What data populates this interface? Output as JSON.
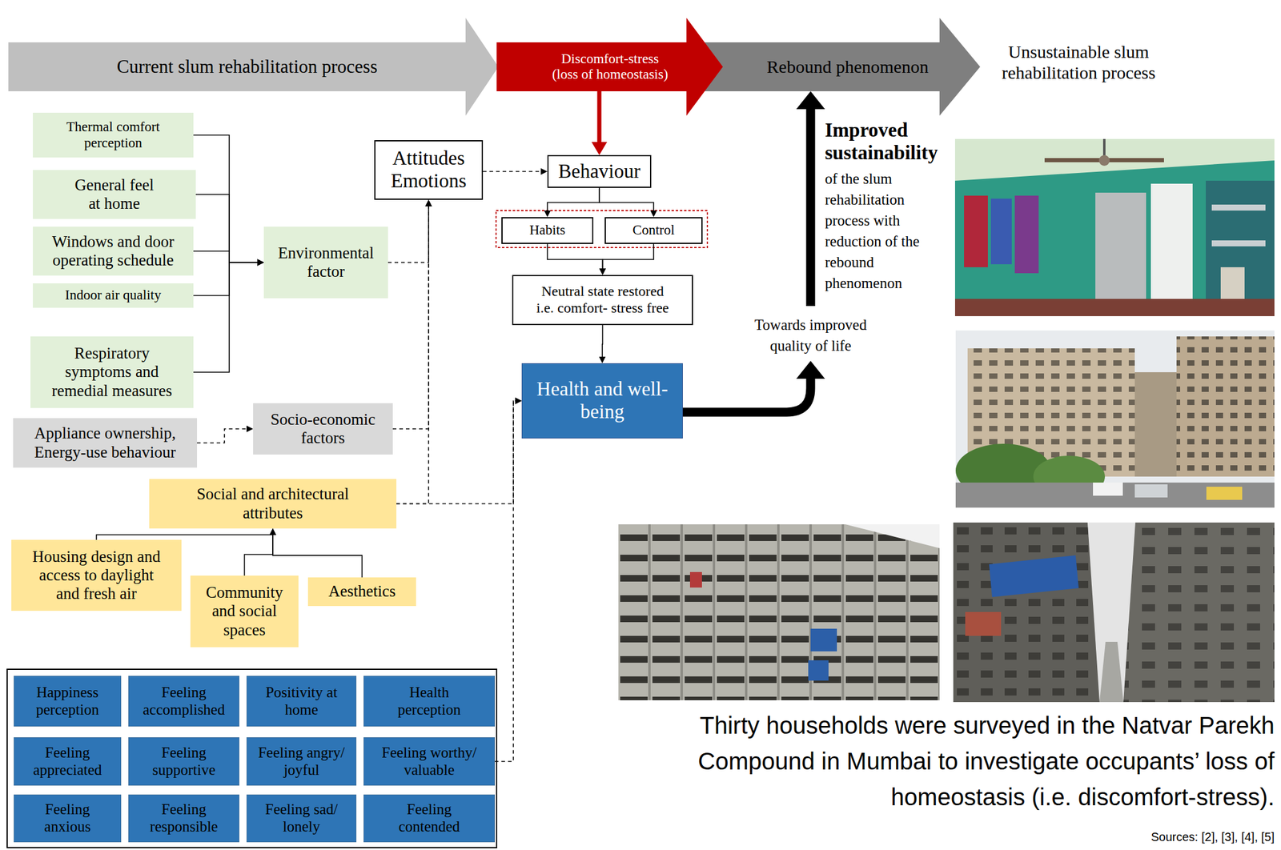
{
  "diagram": {
    "caption": "Thirty households were surveyed in the Natvar Parekh Compound in Mumbai to investigate occupants’ loss of homeostasis (i.e. discomfort-stress).",
    "nodes": [
      {
        "text": [
          "Current slum rehabilitation process"
        ]
      },
      {
        "text": [
          "Discomfort-stress (loss of homeostasis)"
        ]
      },
      {
        "text": [
          "Rebound phenomenon"
        ]
      },
      {
        "text": [
          "Thermal comfort perception"
        ]
      },
      {
        "text": [
          "General feel at home"
        ]
      },
      {
        "text": [
          "Windows and door operating schedule"
        ]
      },
      {
        "text": [
          "Indoor air quality"
        ]
      },
      {
        "text": [
          "Respiratory symptoms and remedial measures"
        ]
      },
      {
        "text": [
          "Environmental factor"
        ]
      },
      {
        "text": [
          "Attitudes Emotions"
        ]
      },
      {
        "text": [
          "Behaviour"
        ]
      },
      {
        "text": [
          "Habits"
        ]
      },
      {
        "text": [
          "Control"
        ]
      },
      {
        "text": [
          "Neutral state restored i.e. comfort- stress free"
        ]
      },
      {
        "text": [
          "Health and well-being"
        ]
      },
      {
        "text": [
          "Appliance ownership, Energy-use behaviour"
        ]
      },
      {
        "text": [
          "Socio-economic factors"
        ]
      },
      {
        "text": [
          "Social and architectural attributes"
        ]
      },
      {
        "text": [
          "Housing design and access to daylight and fresh air"
        ]
      },
      {
        "text": [
          "Community and social spaces"
        ]
      },
      {
        "text": [
          "Aesthetics"
        ]
      },
      {
        "text": [
          "Happiness perception"
        ]
      },
      {
        "text": [
          "Feeling accomplished"
        ]
      },
      {
        "text": [
          "Positivity at home"
        ]
      },
      {
        "text": [
          "Health perception"
        ]
      },
      {
        "text": [
          "Feeling appreciated"
        ]
      },
      {
        "text": [
          "Feeling supportive"
        ]
      },
      {
        "text": [
          "Feeling angry/ joyful"
        ]
      },
      {
        "text": [
          "Feeling worthy/ valuable"
        ]
      },
      {
        "text": [
          "Feeling anxious"
        ]
      },
      {
        "text": [
          "Feeling responsible"
        ]
      },
      {
        "text": [
          "Feeling sad/ lonely"
        ]
      },
      {
        "text": [
          "Feeling contended"
        ]
      }
    ],
    "edges": [
      {
        "from": 1,
        "to": 10,
        "arrow": "to"
      },
      {
        "from": 3,
        "to": 8,
        "arrow": "to"
      },
      {
        "from": 4,
        "to": 8,
        "arrow": "to"
      },
      {
        "from": 5,
        "to": 8,
        "arrow": "to"
      },
      {
        "from": 6,
        "to": 8,
        "arrow": "to"
      },
      {
        "from": 7,
        "to": 8,
        "arrow": "to"
      },
      {
        "from": 8,
        "to": 9,
        "arrow": "to"
      },
      {
        "from": 15,
        "to": 16,
        "arrow": "to"
      },
      {
        "from": 16,
        "to": 9,
        "arrow": "to"
      },
      {
        "from": 17,
        "to": 9,
        "arrow": "to"
      },
      {
        "from": 17,
        "to": 14,
        "arrow": "to"
      },
      {
        "from": 28,
        "to": 14,
        "arrow": "to"
      },
      {
        "from": 9,
        "to": 10,
        "arrow": "to"
      },
      {
        "from": 10,
        "to": 11,
        "arrow": "to"
      },
      {
        "from": 10,
        "to": 12,
        "arrow": "to"
      },
      {
        "from": 11,
        "to": 13,
        "arrow": "to"
      },
      {
        "from": 12,
        "to": 13,
        "arrow": "to"
      },
      {
        "from": 13,
        "to": 14,
        "arrow": "to"
      },
      {
        "from": 14,
        "to": 2,
        "arrow": "to"
      },
      {
        "from": 18,
        "to": 17,
        "arrow": "to"
      },
      {
        "from": 19,
        "to": 17,
        "arrow": "to"
      },
      {
        "from": 20,
        "to": 17,
        "arrow": "to"
      }
    ],
    "labels": [
      "Unsustainable slum rehabilitation process",
      "Improved sustainability",
      "of the slum rehabilitation process with reduction of the rebound phenomenon",
      "Towards improved quality of life",
      "Sources: [2], [3], [4], [5]"
    ]
  }
}
